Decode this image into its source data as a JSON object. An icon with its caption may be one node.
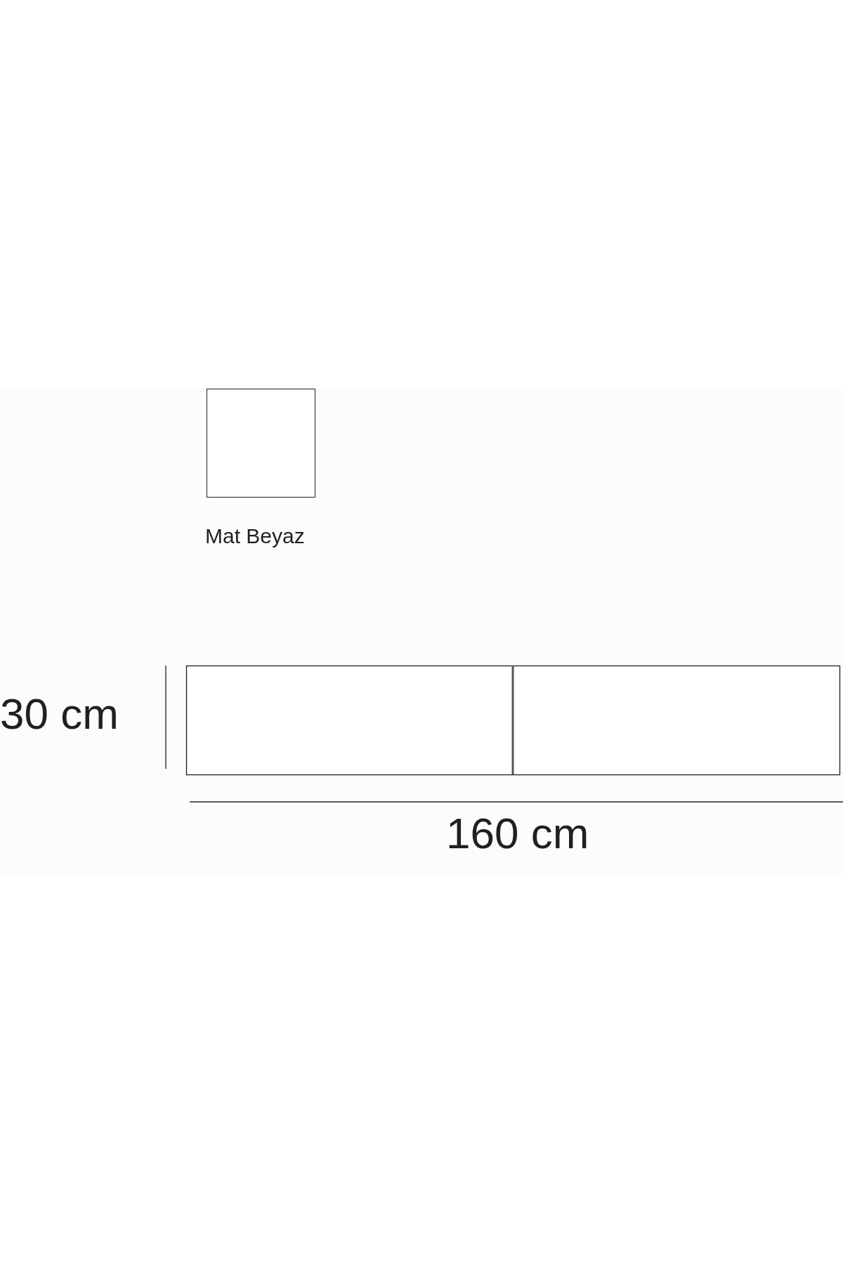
{
  "diagram": {
    "labels": [
      "30 cm",
      "160 cm"
    ],
    "legend": [
      {
        "text": "Mat Beyaz",
        "color": "#ffffff"
      }
    ]
  }
}
